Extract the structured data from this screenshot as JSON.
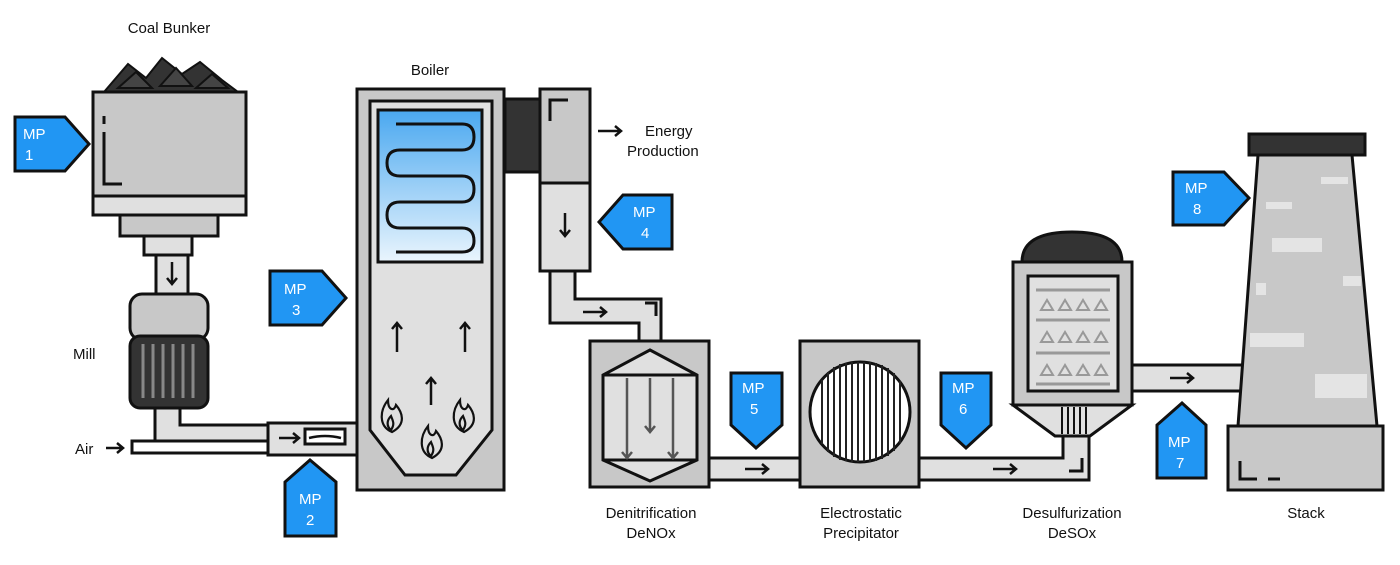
{
  "labels": {
    "coal_bunker": "Coal Bunker",
    "boiler": "Boiler",
    "mill": "Mill",
    "air": "Air",
    "energy_line1": "Energy",
    "energy_line2": "Production",
    "denox_line1": "Denitrification",
    "denox_line2": "DeNOx",
    "esp_line1": "Electrostatic",
    "esp_line2": "Precipitator",
    "desox_line1": "Desulfurization",
    "desox_line2": "DeSOx",
    "stack": "Stack"
  },
  "measurement_points": [
    {
      "prefix": "MP",
      "number": "1"
    },
    {
      "prefix": "MP",
      "number": "2"
    },
    {
      "prefix": "MP",
      "number": "3"
    },
    {
      "prefix": "MP",
      "number": "4"
    },
    {
      "prefix": "MP",
      "number": "5"
    },
    {
      "prefix": "MP",
      "number": "6"
    },
    {
      "prefix": "MP",
      "number": "7"
    },
    {
      "prefix": "MP",
      "number": "8"
    }
  ],
  "colors": {
    "marker": "#2196f3",
    "outline": "#111111",
    "equipment": "#c8c8c8",
    "duct": "#e0e0e0",
    "dark": "#333333"
  }
}
